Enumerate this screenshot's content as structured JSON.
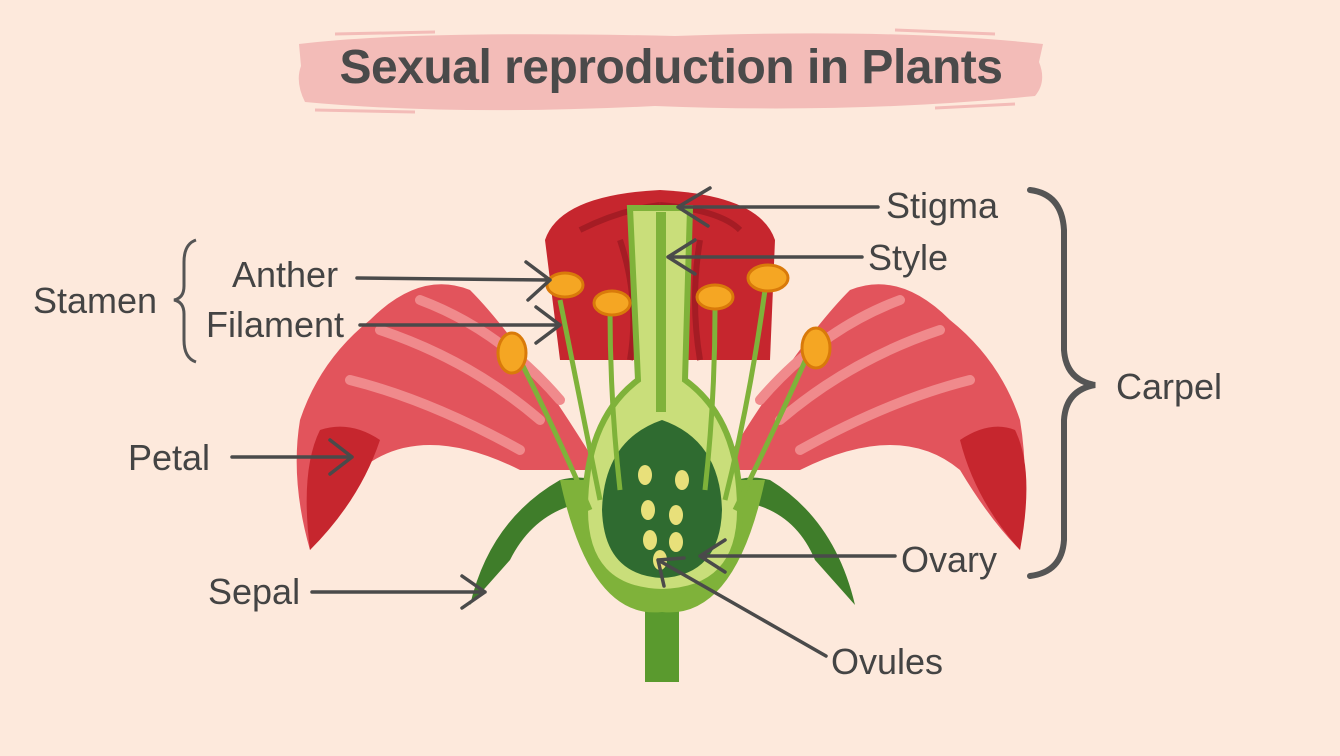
{
  "title": "Sexual reproduction in Plants",
  "labels": {
    "stigma": "Stigma",
    "style": "Style",
    "carpel": "Carpel",
    "stamen": "Stamen",
    "anther": "Anther",
    "filament": "Filament",
    "petal": "Petal",
    "sepal": "Sepal",
    "ovary": "Ovary",
    "ovules": "Ovules"
  },
  "colors": {
    "background": "#fde9dc",
    "title_brush": "#f3bcb8",
    "text": "#444444",
    "petal_dark": "#c6262e",
    "petal_mid": "#e2545c",
    "petal_light": "#f08a8c",
    "sepal": "#3f7d2a",
    "pistil_light": "#c9de7a",
    "ovary_dark": "#2f6b30",
    "anther": "#f5a623"
  }
}
